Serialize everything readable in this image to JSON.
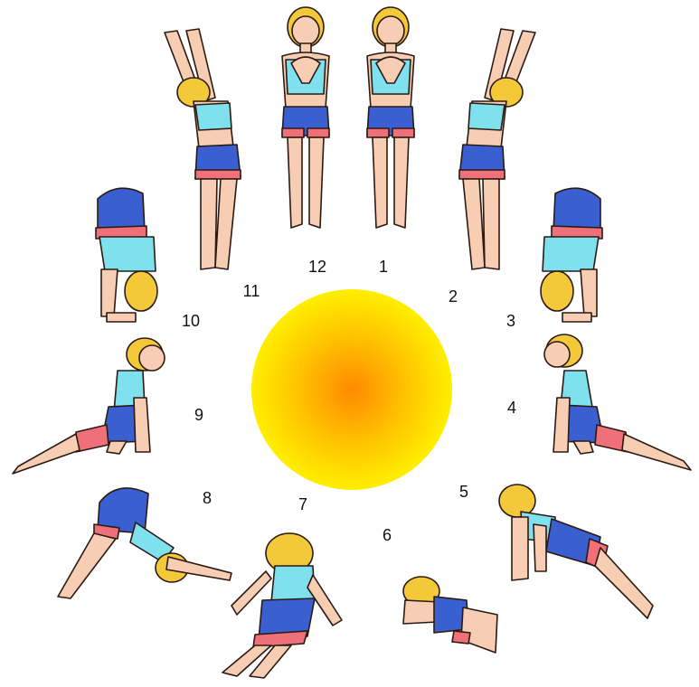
{
  "sequence": {
    "steps": [
      {
        "number": "1"
      },
      {
        "number": "2"
      },
      {
        "number": "3"
      },
      {
        "number": "4"
      },
      {
        "number": "5"
      },
      {
        "number": "6"
      },
      {
        "number": "7"
      },
      {
        "number": "8"
      },
      {
        "number": "9"
      },
      {
        "number": "10"
      },
      {
        "number": "11"
      },
      {
        "number": "12"
      }
    ]
  },
  "colors": {
    "sun_center": "#ff8a00",
    "sun_edge": "#ffef00",
    "skin": "#f7cdb4",
    "skin_outline": "#2a1a12",
    "hair": "#f3c93a",
    "top": "#7fe0ee",
    "shorts": "#3a5fd0",
    "shorts_band": "#f0707a"
  },
  "icons": {
    "sun": "sun-disc",
    "figure": "yoga-figure"
  }
}
